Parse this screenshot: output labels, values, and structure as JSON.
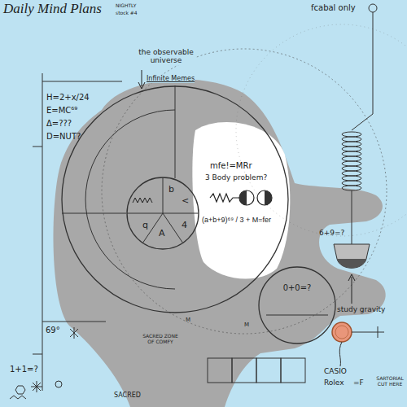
{
  "diagram": {
    "title": "Daily Mind Plans",
    "nodes": [
      {
        "text": [
          "mfe!=MRr",
          "3 Body problem?",
          "(a+b+9)⁶⁹ / 3 + M=fer"
        ]
      },
      {
        "text": [
          "b",
          "<",
          "q",
          "4",
          "A"
        ],
        "in": 0
      },
      {
        "text": [
          "0+0=?"
        ]
      }
    ],
    "labels": [
      "NIGHTLY",
      "stock #4",
      "fcabal only",
      "the observable universe",
      "Infinite Memes",
      "H=2+x/24",
      "E=MC⁶⁹",
      "Δ=???",
      "D=NUT?",
      "69°",
      "6+9=?",
      "study gravity",
      "CASIO",
      "Rolex",
      "=F",
      "1+1=?",
      "SACRED ZONE OF COMFY",
      "SACRED",
      "SARTORIAL CUT HERE",
      "M",
      "M"
    ]
  }
}
